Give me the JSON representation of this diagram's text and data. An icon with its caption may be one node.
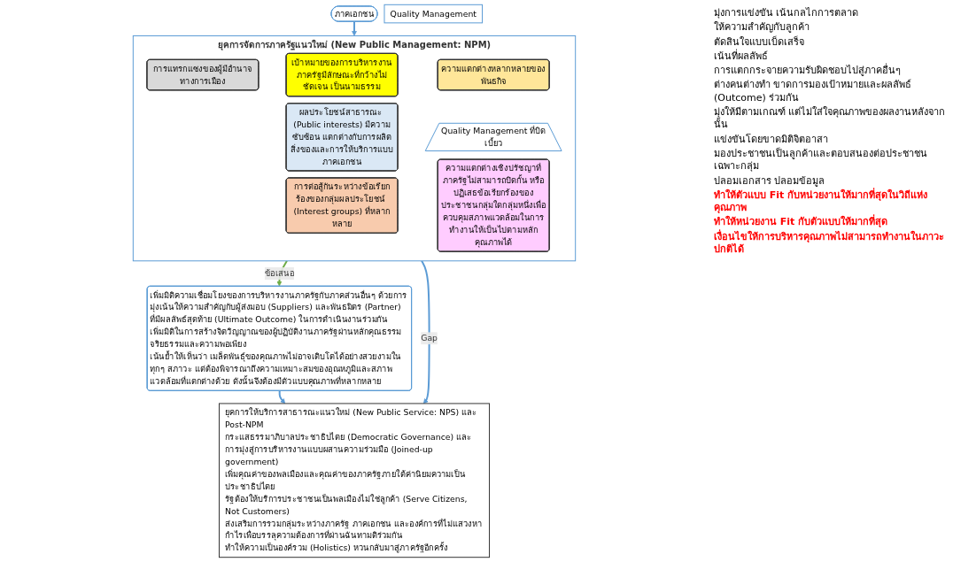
{
  "diagram": {
    "nodes": [
      {
        "text": [
          "ภาคเอกชน"
        ]
      },
      {
        "text": [
          "ยุคการจัดการภาครัฐแนวใหม่ (New Public Management: NPM)"
        ]
      },
      {
        "text": [
          "การแทรกแซงของผู้มีอำนาจทางการเมือง"
        ],
        "in": 1
      },
      {
        "text": [
          "เป้าหมายของการบริหารงานภาครัฐมีลักษณะที่กว้างไม่ชัดเจน เป็นนามธรรม"
        ],
        "in": 1
      },
      {
        "text": [
          "ความแตกต่างหลากหลายของพันธกิจ"
        ],
        "in": 1
      },
      {
        "text": [
          "ผลประโยชน์สาธารณะ (Public interests) มีความซับซ้อน แตกต่างกับการผลิตสิ่งของและการให้บริการแบบภาคเอกชน"
        ],
        "in": 1
      },
      {
        "text": [
          "Quality Management ที่บิดเบี้ยว"
        ],
        "in": 1
      },
      {
        "text": [
          "การต่อสู้กันระหว่างข้อเรียกร้องของกลุ่มผลประโยชน์ (Interest groups) ที่หลากหลาย"
        ],
        "in": 1
      },
      {
        "text": [
          "ความแตกต่างเชิงปรัชญาที่ภาครัฐไม่สามารถปิดกั้น หรือปฏิเสธข้อเรียกร้องของประชาชนกลุ่มใดกลุ่มหนึ่งเพื่อควบคุมสภาพแวดล้อมในการทำงานให้เป็นไปตามหลักคุณภาพได้"
        ],
        "in": 1
      },
      {
        "text": [
          "ยุคการให้บริการสาธารณะแนวใหม่ (New Public Service: NPS) และ Post-NPM",
          "กระแสธรรมาภิบาลประชาธิปไตย (Democratic Governance) และการมุ่งสู่การบริหารงานแบบผสานความร่วมมือ (Joined-up government)",
          "เพิ่มคุณค่าของพลเมืองและคุณค่าของภาครัฐภายใต้ค่านิยมความเป็นประชาธิปไตย",
          "รัฐต้องให้บริการประชาชนเป็นพลเมืองไม่ใช่ลูกค้า (Serve Citizens, Not Customers)",
          "ส่งเสริมการรวมกลุ่มระหว่างภาครัฐ ภาคเอกชน และองค์การที่ไม่แสวงหากำไรเพื่อบรรลุความต้องการที่ผ่านฉันทามติร่วมกัน",
          "ทำให้ความเป็นองค์รวม (Holistics) หวนกลับมาสู่ภาครัฐอีกครั้ง"
        ]
      },
      {
        "text": [
          "Quality Management"
        ]
      },
      {
        "text": [
          "เพิ่มมิติความเชื่อมโยงของการบริหารงานภาครัฐกับภาคส่วนอื่นๆ ด้วยการมุ่งเน้นให้ความสำคัญกับผู้ส่งมอบ (Suppliers) และพันธมิตร (Partner) ที่มีผลลัพธ์สุดท้าย (Ultimate Outcome) ในการดำเนินงานร่วมกัน",
          "เพิ่มมิติในการสร้างจิตวิญญาณของผู้ปฏิบัติงานภาครัฐผ่านหลักคุณธรรมจริยธรรมและความพอเพียง",
          "เน้นย้ำให้เห็นว่า เมล็ดพันธุ์ของคุณภาพไม่อาจเติบโตได้อย่างสวยงามในทุกๆ สภาวะ แต่ต้องพิจารณาถึงความเหมาะสมของอุณหภูมิและสภาพแวดล้อมที่แตกต่างด้วย ดังนั้นจึงต้องมีตัวแบบคุณภาพที่หลากหลาย"
        ]
      }
    ],
    "edges": [
      {
        "from": 0,
        "to": 1,
        "arrow": "to"
      },
      {
        "from": 1,
        "to": 9,
        "arrow": "to",
        "label": "Gap"
      },
      {
        "from": 1,
        "to": 11,
        "arrow": "to",
        "label": "ข้อเสนอ",
        "color": "#70ad47"
      },
      {
        "from": 11,
        "to": 9,
        "arrow": "to"
      }
    ],
    "labels": [
      "มุ่งการแข่งขัน เน้นกลไกการตลาด",
      "ให้ความสำคัญกับลูกค้า",
      "ตัดสินใจแบบเบ็ดเสร็จ",
      "เน้นที่ผลลัพธ์",
      "การแตกกระจายความรับผิดชอบไปสู่ภาคอื่นๆ",
      "ต่างคนต่างทำ ขาดการมองเป้าหมายและผลลัพธ์ (Outcome) ร่วมกัน",
      "มุ่งให้มีตามเกณฑ์ แต่ไม่ใส่ใจคุณภาพของผลงานหลังจากนั้น",
      "แข่งขันโดยขาดมิติจิตอาสา",
      "มองประชาชนเป็นลูกค้าและตอบสนองต่อประชาชนเฉพาะกลุ่ม",
      "ปลอมเอกสาร ปลอมข้อมูล",
      "ทำให้ตัวแบบ Fit กับหน่วยงานให้มากที่สุดในวิถีแห่งคุณภาพ",
      "ทำให้หน่วยงาน Fit กับตัวแบบให้มากที่สุด",
      "เงื่อนไขให้การบริหารคุณภาพไม่สามารถทำงานในภาวะปกติได้"
    ]
  }
}
